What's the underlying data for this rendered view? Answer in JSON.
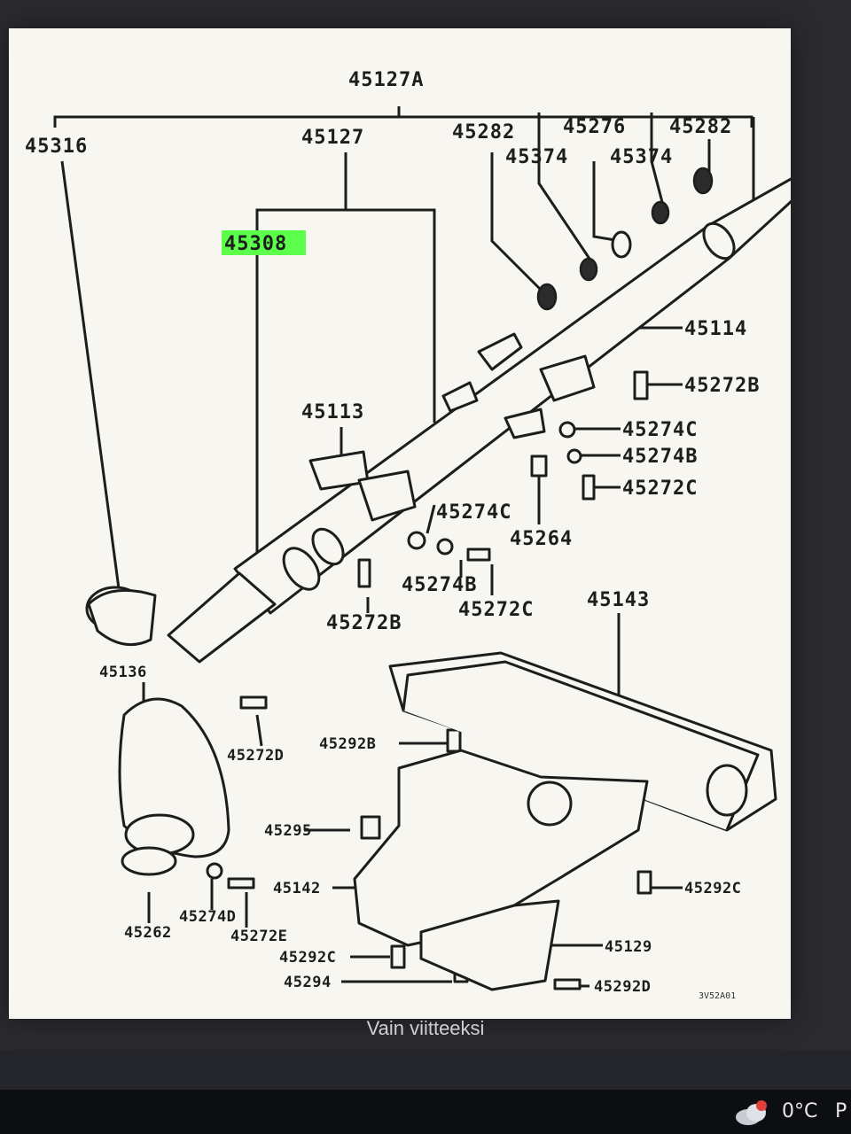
{
  "viewer": {
    "caption": "Vain viitteeksi"
  },
  "diagram": {
    "drawing_code": "3V52A01",
    "highlight_color": "#5cff4a",
    "labels": {
      "assembly": "45127A",
      "part_45316": "45316",
      "part_45127": "45127",
      "part_45308": "45308",
      "part_45282_left": "45282",
      "part_45276": "45276",
      "part_45282_right": "45282",
      "part_45374_left": "45374",
      "part_45374_right": "45374",
      "part_45114": "45114",
      "part_45272B_top": "45272B",
      "part_45274C_right": "45274C",
      "part_45274B_right": "45274B",
      "part_45272C_right": "45272C",
      "part_45113": "45113",
      "part_45274C_mid": "45274C",
      "part_45264": "45264",
      "part_45274B_mid": "45274B",
      "part_45272C_mid": "45272C",
      "part_45272B_lower": "45272B",
      "part_45143": "45143",
      "part_45136": "45136",
      "part_45272D": "45272D",
      "part_45292B": "45292B",
      "part_45295": "45295",
      "part_45142": "45142",
      "part_45292C_right": "45292C",
      "part_45274D": "45274D",
      "part_45262": "45262",
      "part_45272E": "45272E",
      "part_45292C_left": "45292C",
      "part_45129": "45129",
      "part_45294": "45294",
      "part_45292D": "45292D"
    }
  },
  "taskbar": {
    "temperature": "0°C",
    "overflow_text": "P",
    "weather_icon": "cloudy-weather-icon",
    "alert_color": "#e0423a"
  }
}
